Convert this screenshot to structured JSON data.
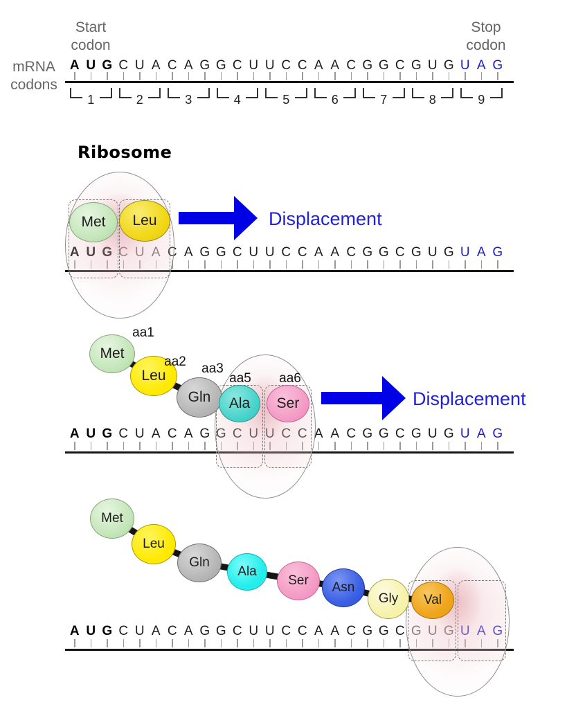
{
  "top": {
    "start_line1": "Start",
    "start_line2": "codon",
    "stop_line1": "Stop",
    "stop_line2": "codon",
    "mrna_line1": "mRNA",
    "mrna_line2": "codons"
  },
  "mrna": {
    "codon_numbers": [
      "1",
      "2",
      "3",
      "4",
      "5",
      "6",
      "7",
      "8",
      "9"
    ],
    "codons": [
      "AUG",
      "CUA",
      "CAG",
      "GCU",
      "UCC",
      "AAC",
      "GGC",
      "GUG",
      "UAG"
    ],
    "row_top": [
      {
        "c": "A",
        "k": "start"
      },
      {
        "c": "U",
        "k": "start"
      },
      {
        "c": "G",
        "k": "start"
      },
      {
        "c": "C",
        "k": "plain"
      },
      {
        "c": "U",
        "k": "plain"
      },
      {
        "c": "A",
        "k": "plain"
      },
      {
        "c": "C",
        "k": "plain"
      },
      {
        "c": "A",
        "k": "plain"
      },
      {
        "c": "G",
        "k": "plain"
      },
      {
        "c": "G",
        "k": "plain"
      },
      {
        "c": "C",
        "k": "plain"
      },
      {
        "c": "U",
        "k": "plain"
      },
      {
        "c": "U",
        "k": "plain"
      },
      {
        "c": "C",
        "k": "plain"
      },
      {
        "c": "C",
        "k": "plain"
      },
      {
        "c": "A",
        "k": "plain"
      },
      {
        "c": "A",
        "k": "plain"
      },
      {
        "c": "C",
        "k": "plain"
      },
      {
        "c": "G",
        "k": "plain"
      },
      {
        "c": "G",
        "k": "plain"
      },
      {
        "c": "C",
        "k": "plain"
      },
      {
        "c": "G",
        "k": "plain"
      },
      {
        "c": "U",
        "k": "plain"
      },
      {
        "c": "G",
        "k": "plain"
      },
      {
        "c": "U",
        "k": "stop"
      },
      {
        "c": "A",
        "k": "stop"
      },
      {
        "c": "G",
        "k": "stop"
      }
    ]
  },
  "scene2": {
    "ribosome_label": "Ribosome",
    "displacement_label": "Displacement",
    "sites": [
      {
        "label": "Met"
      },
      {
        "label": "Leu"
      }
    ],
    "row": [
      {
        "c": "A",
        "k": "start"
      },
      {
        "c": "U",
        "k": "start"
      },
      {
        "c": "G",
        "k": "start"
      },
      {
        "c": "C",
        "k": "dim"
      },
      {
        "c": "U",
        "k": "dim"
      },
      {
        "c": "A",
        "k": "dim"
      },
      {
        "c": "C",
        "k": "plain"
      },
      {
        "c": "A",
        "k": "plain"
      },
      {
        "c": "G",
        "k": "plain"
      },
      {
        "c": "G",
        "k": "plain"
      },
      {
        "c": "C",
        "k": "plain"
      },
      {
        "c": "U",
        "k": "plain"
      },
      {
        "c": "U",
        "k": "plain"
      },
      {
        "c": "C",
        "k": "plain"
      },
      {
        "c": "C",
        "k": "plain"
      },
      {
        "c": "A",
        "k": "plain"
      },
      {
        "c": "A",
        "k": "plain"
      },
      {
        "c": "C",
        "k": "plain"
      },
      {
        "c": "G",
        "k": "plain"
      },
      {
        "c": "G",
        "k": "plain"
      },
      {
        "c": "C",
        "k": "plain"
      },
      {
        "c": "G",
        "k": "plain"
      },
      {
        "c": "U",
        "k": "plain"
      },
      {
        "c": "G",
        "k": "plain"
      },
      {
        "c": "U",
        "k": "stop"
      },
      {
        "c": "A",
        "k": "stop"
      },
      {
        "c": "G",
        "k": "stop"
      }
    ]
  },
  "scene3": {
    "displacement_label": "Displacement",
    "chain": [
      {
        "label": "Met",
        "tag": "aa1"
      },
      {
        "label": "Leu",
        "tag": "aa2"
      },
      {
        "label": "Gln",
        "tag": "aa3"
      },
      {
        "label": "Ala",
        "tag": "aa5"
      },
      {
        "label": "Ser",
        "tag": "aa6"
      }
    ],
    "row": [
      {
        "c": "A",
        "k": "start"
      },
      {
        "c": "U",
        "k": "start"
      },
      {
        "c": "G",
        "k": "start"
      },
      {
        "c": "C",
        "k": "plain"
      },
      {
        "c": "U",
        "k": "plain"
      },
      {
        "c": "A",
        "k": "plain"
      },
      {
        "c": "C",
        "k": "plain"
      },
      {
        "c": "A",
        "k": "plain"
      },
      {
        "c": "G",
        "k": "plain"
      },
      {
        "c": "G",
        "k": "plain"
      },
      {
        "c": "C",
        "k": "plain"
      },
      {
        "c": "U",
        "k": "plain"
      },
      {
        "c": "U",
        "k": "plain"
      },
      {
        "c": "C",
        "k": "plain"
      },
      {
        "c": "C",
        "k": "plain"
      },
      {
        "c": "A",
        "k": "plain"
      },
      {
        "c": "A",
        "k": "plain"
      },
      {
        "c": "C",
        "k": "plain"
      },
      {
        "c": "G",
        "k": "plain"
      },
      {
        "c": "G",
        "k": "plain"
      },
      {
        "c": "C",
        "k": "plain"
      },
      {
        "c": "G",
        "k": "plain"
      },
      {
        "c": "U",
        "k": "plain"
      },
      {
        "c": "G",
        "k": "plain"
      },
      {
        "c": "U",
        "k": "stop"
      },
      {
        "c": "A",
        "k": "stop"
      },
      {
        "c": "G",
        "k": "stop"
      }
    ]
  },
  "scene4": {
    "chain": [
      {
        "label": "Met"
      },
      {
        "label": "Leu"
      },
      {
        "label": "Gln"
      },
      {
        "label": "Ala"
      },
      {
        "label": "Ser"
      },
      {
        "label": "Asn"
      },
      {
        "label": "Gly"
      },
      {
        "label": "Val"
      }
    ],
    "row": [
      {
        "c": "A",
        "k": "start"
      },
      {
        "c": "U",
        "k": "start"
      },
      {
        "c": "G",
        "k": "start"
      },
      {
        "c": "C",
        "k": "plain"
      },
      {
        "c": "U",
        "k": "plain"
      },
      {
        "c": "A",
        "k": "plain"
      },
      {
        "c": "C",
        "k": "plain"
      },
      {
        "c": "A",
        "k": "plain"
      },
      {
        "c": "G",
        "k": "plain"
      },
      {
        "c": "G",
        "k": "plain"
      },
      {
        "c": "C",
        "k": "plain"
      },
      {
        "c": "U",
        "k": "plain"
      },
      {
        "c": "U",
        "k": "plain"
      },
      {
        "c": "C",
        "k": "plain"
      },
      {
        "c": "C",
        "k": "plain"
      },
      {
        "c": "A",
        "k": "plain"
      },
      {
        "c": "A",
        "k": "plain"
      },
      {
        "c": "C",
        "k": "plain"
      },
      {
        "c": "G",
        "k": "plain"
      },
      {
        "c": "G",
        "k": "plain"
      },
      {
        "c": "C",
        "k": "plain"
      },
      {
        "c": "G",
        "k": "dim"
      },
      {
        "c": "U",
        "k": "dim"
      },
      {
        "c": "G",
        "k": "dim"
      },
      {
        "c": "U",
        "k": "stop"
      },
      {
        "c": "A",
        "k": "stop"
      },
      {
        "c": "G",
        "k": "stop"
      }
    ]
  },
  "palette": {
    "arrow_blue": "#0000e6",
    "displacement_text_blue": "#2121dd",
    "stop_codon_blue": "#1a1acc",
    "label_gray": "#666666",
    "met_green": "#c3e5b8",
    "leu_yellow": "#ffe900",
    "gln_gray": "#b2b2b2",
    "ala_cyan": "#24eeec",
    "ser_pink": "#f39ac4",
    "asn_blue": "#3a60e4",
    "gly_paleyellow": "#f6f2a8",
    "val_orange": "#efa51c"
  }
}
